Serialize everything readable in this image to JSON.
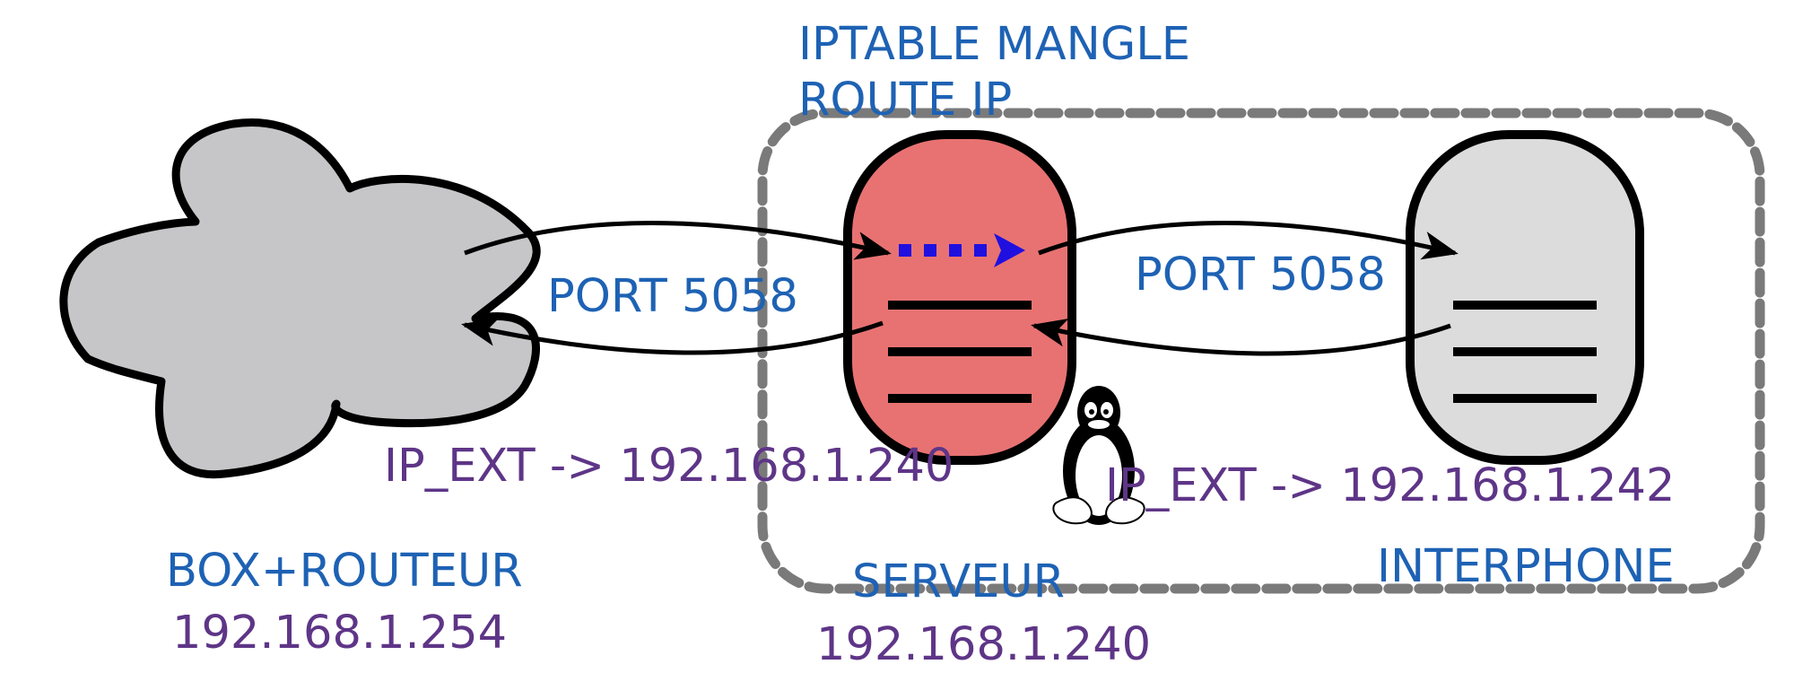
{
  "colors": {
    "label_blue": "#1e62b4",
    "label_purple": "#5e3587",
    "server_fill": "#e87272",
    "interphone_fill": "#dcdcdc",
    "cloud_fill": "#c6c6c8",
    "dashed_border": "#7a7a7a",
    "mangle_arrow": "#2010e0"
  },
  "annotations": {
    "iptable_line1": "IPTABLE MANGLE",
    "iptable_line2": "ROUTE IP",
    "port_left": "PORT 5058",
    "port_right": "PORT 5058",
    "ipext_left": "IP_EXT -> 192.168.1.240",
    "ipext_right": "IP_EXT -> 192.168.1.242"
  },
  "nodes": {
    "box": {
      "name": "BOX+ROUTEUR",
      "ip": "192.168.1.254",
      "shape": "cloud"
    },
    "server": {
      "name": "SERVEUR",
      "ip": "192.168.1.240",
      "shape": "server",
      "os_icon": "linux-tux-icon"
    },
    "interphone": {
      "name": "INTERPHONE",
      "ip": "",
      "shape": "server"
    }
  },
  "edges": [
    {
      "from": "box",
      "to": "server",
      "label": "PORT 5058"
    },
    {
      "from": "server",
      "to": "box",
      "label": "PORT 5058"
    },
    {
      "from": "server",
      "to": "interphone",
      "label": "PORT 5058"
    },
    {
      "from": "interphone",
      "to": "server",
      "label": "PORT 5058"
    }
  ]
}
